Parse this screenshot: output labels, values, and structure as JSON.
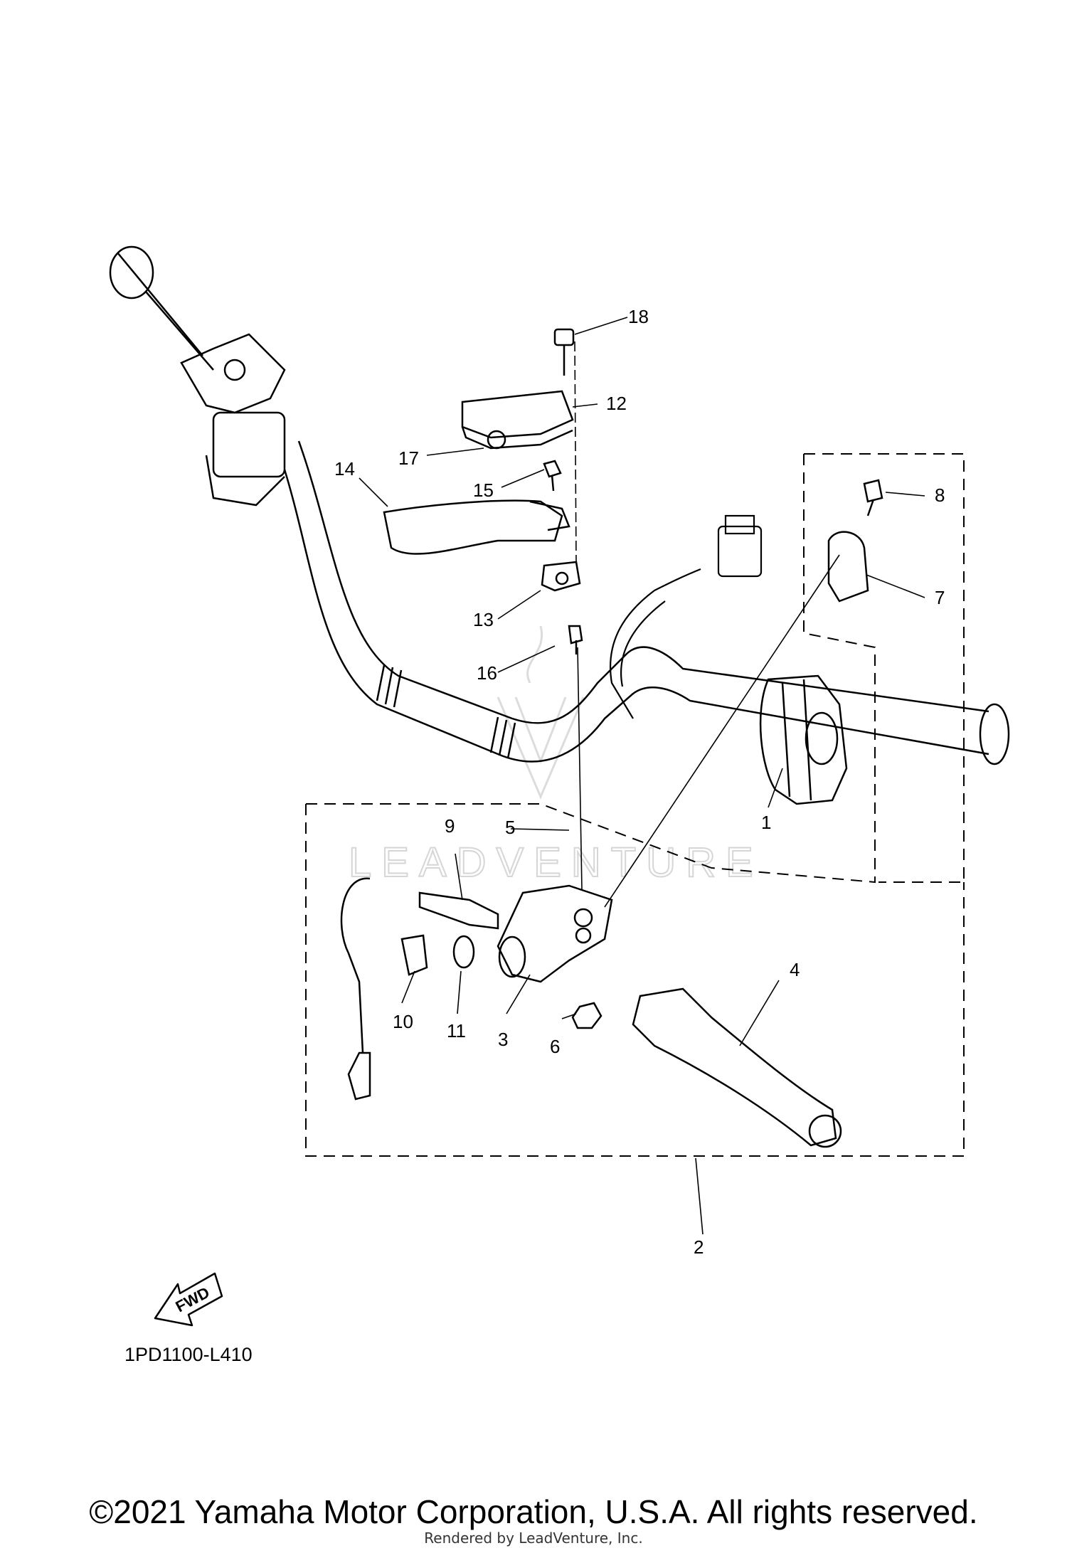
{
  "diagram": {
    "code": "1PD1100-L410",
    "fwd_label": "FWD",
    "watermark": "LEADVENTURE",
    "callouts": [
      "18",
      "12",
      "17",
      "15",
      "14",
      "13",
      "16",
      "8",
      "7",
      "1",
      "5",
      "9",
      "10",
      "11",
      "3",
      "6",
      "4",
      "2"
    ]
  },
  "footer": {
    "copyright": "©2021 Yamaha Motor Corporation, U.S.A. All rights reserved.",
    "rendered_by": "Rendered by LeadVenture, Inc."
  }
}
